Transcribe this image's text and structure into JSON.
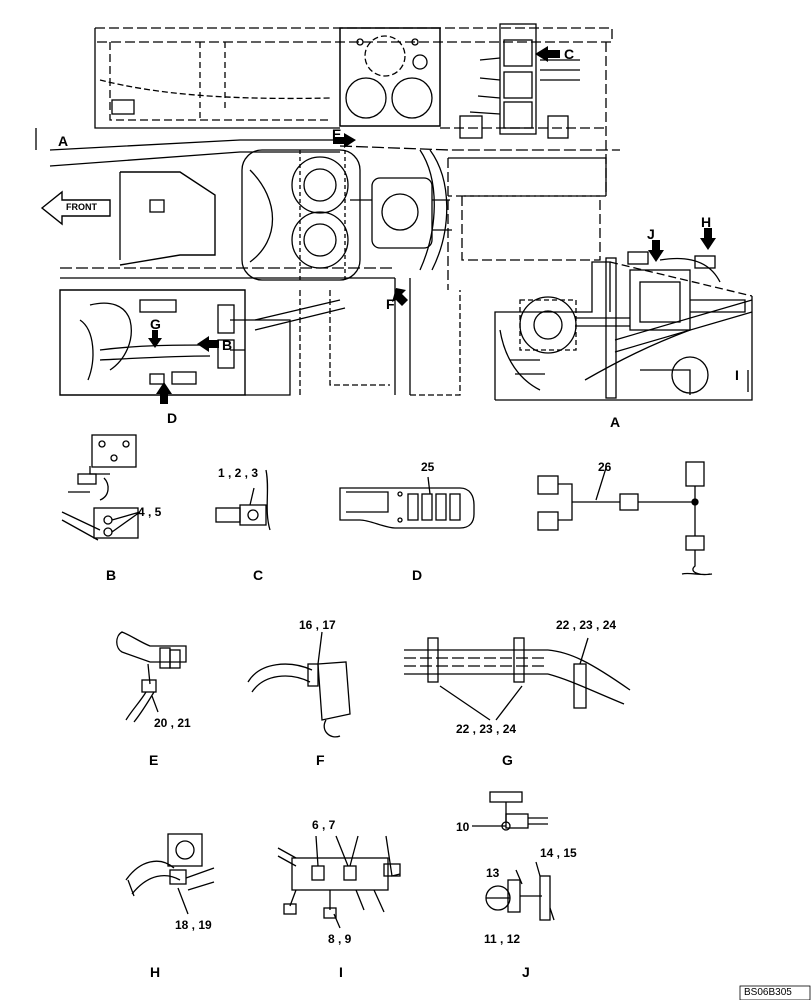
{
  "main_view": {
    "front_label": "FRONT",
    "callouts": {
      "A": "A",
      "B": "B",
      "C": "C",
      "D": "D",
      "E": "E",
      "F": "F",
      "G": "G"
    }
  },
  "view_a": {
    "caption": "A",
    "callouts": {
      "H": "H",
      "I": "I",
      "J": "J"
    }
  },
  "details": {
    "B": {
      "caption": "B",
      "parts": "4 , 5"
    },
    "C": {
      "caption": "C",
      "parts": "1 , 2 , 3"
    },
    "D": {
      "caption": "D",
      "parts": "25"
    },
    "harness": {
      "parts": "26"
    },
    "E": {
      "caption": "E",
      "parts": "20 , 21"
    },
    "F": {
      "caption": "F",
      "parts": "16 , 17"
    },
    "G": {
      "caption": "G",
      "parts_top": "22 , 23 , 24",
      "parts_bottom": "22 , 23 , 24"
    },
    "H": {
      "caption": "H",
      "parts": "18 , 19"
    },
    "I": {
      "caption": "I",
      "parts_top": "6 , 7",
      "parts_bottom": "8 , 9"
    },
    "J": {
      "caption": "J",
      "parts_10": "10",
      "parts_13": "13",
      "parts_14_15": "14 , 15",
      "parts_11_12": "11 , 12"
    }
  },
  "drawing_code": "BS06B305"
}
